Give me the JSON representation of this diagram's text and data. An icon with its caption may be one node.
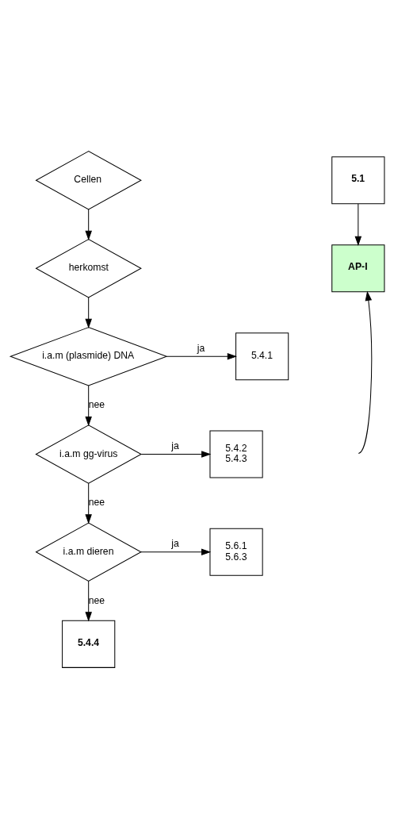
{
  "diagram": {
    "nodes": [
      {
        "text": [
          "Cellen"
        ]
      },
      {
        "text": [
          "herkomst"
        ]
      },
      {
        "text": [
          "i.a.m (plasmide) DNA"
        ]
      },
      {
        "text": [
          "5.4.1"
        ]
      },
      {
        "text": [
          "5.1"
        ]
      },
      {
        "text": [
          "i.a.m gg-virus"
        ]
      },
      {
        "text": [
          "5.4.2",
          "5.4.3"
        ]
      },
      {
        "text": [
          "AP-I"
        ]
      },
      {
        "text": [
          "i.a.m dieren"
        ]
      },
      {
        "text": [
          "5.6.1",
          "5.6.3"
        ]
      },
      {
        "text": [
          "5.4.4"
        ]
      }
    ],
    "edges": [
      {
        "from": 0,
        "to": 1,
        "arrow": "to"
      },
      {
        "from": 1,
        "to": 2,
        "arrow": "to"
      },
      {
        "from": 2,
        "to": 3,
        "arrow": "to",
        "label": "ja"
      },
      {
        "from": 2,
        "to": 5,
        "arrow": "to",
        "label": "nee"
      },
      {
        "from": 5,
        "to": 6,
        "arrow": "to",
        "label": "ja"
      },
      {
        "from": 4,
        "to": 7,
        "arrow": "to"
      },
      {
        "from": 5,
        "to": 8,
        "arrow": "to",
        "label": "nee"
      },
      {
        "from": 8,
        "to": 9,
        "arrow": "to",
        "label": "ja"
      },
      {
        "from": 8,
        "to": 10,
        "arrow": "to",
        "label": "nee"
      },
      {
        "from": null,
        "to": 7,
        "arrow": "to"
      }
    ]
  }
}
